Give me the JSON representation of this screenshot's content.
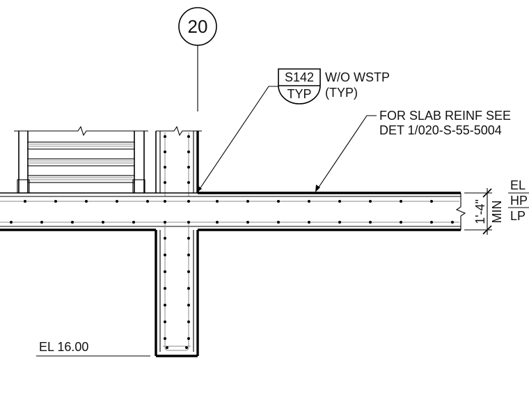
{
  "detail": {
    "section_marker": "20",
    "tag_top": "S142",
    "tag_bottom": "TYP",
    "tag_note_1": "W/O WSTP",
    "tag_note_2": "(TYP)",
    "slab_note_1": "FOR SLAB REINF SEE",
    "slab_note_2": "DET 1/020-S-55-5004",
    "dimension": "1'-4\"",
    "dimension_qualifier": "MIN",
    "elevation_labels": [
      "EL",
      "HP",
      "LP"
    ],
    "bottom_elevation": "EL 16.00"
  }
}
